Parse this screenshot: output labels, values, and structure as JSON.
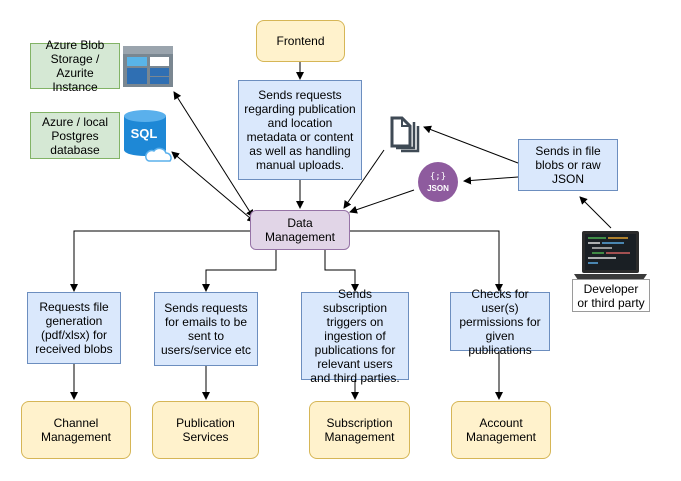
{
  "nodes": {
    "frontend": "Frontend",
    "frontend_desc": "Sends requests regarding publication and location metadata or content as well as handling manual uploads.",
    "azure_blob": "Azure Blob Storage / Azurite Instance",
    "postgres": "Azure / local Postgres database",
    "data_management": "Data Management",
    "file_blobs": "Sends in file blobs or raw JSON",
    "developer": "Developer or third party",
    "file_generation": "Requests file generation (pdf/xlsx) for received blobs",
    "emails": "Sends requests for emails to be sent to users/service etc",
    "subscription_triggers": "Sends subscription triggers on ingestion of publications for relevant users and third parties.",
    "permissions": "Checks for user(s) permissions for given publications",
    "channel_management": "Channel Management",
    "publication_services": "Publication Services",
    "subscription_management": "Subscription Management",
    "account_management": "Account Management"
  },
  "icons": {
    "sql_label": "SQL",
    "json_label": "JSON",
    "json_braces": "{;}"
  },
  "colors": {
    "yellow_fill": "#fff2cc",
    "blue_fill": "#dae8fc",
    "green_fill": "#d5e8d4",
    "purple_fill": "#e1d5e7",
    "json_icon": "#8e5b9e",
    "storage_icon": "#2f6fb3",
    "sql_icon": "#1e88d6"
  }
}
